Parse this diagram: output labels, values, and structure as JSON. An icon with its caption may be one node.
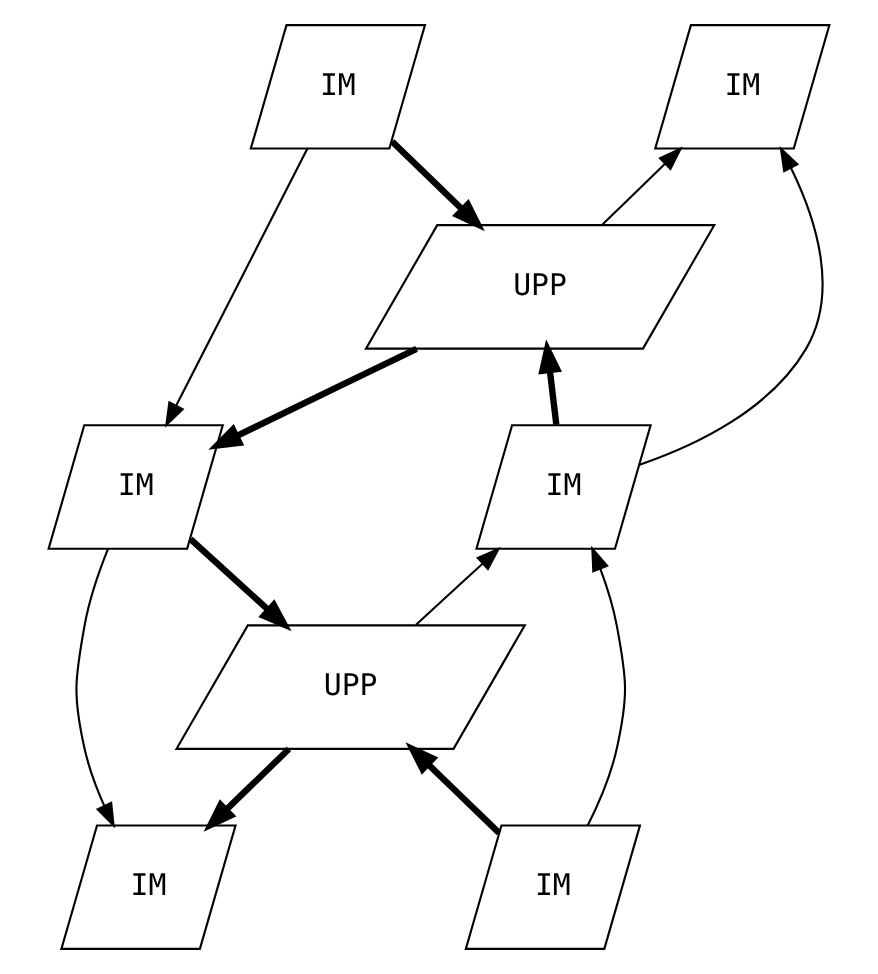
{
  "diagram": {
    "nodes": [
      {
        "text": [
          "IM"
        ]
      },
      {
        "text": [
          "IM"
        ]
      },
      {
        "text": [
          "UPP"
        ]
      },
      {
        "text": [
          "IM"
        ]
      },
      {
        "text": [
          "IM"
        ]
      },
      {
        "text": [
          "UPP"
        ]
      },
      {
        "text": [
          "IM"
        ]
      },
      {
        "text": [
          "IM"
        ]
      }
    ],
    "edges": [
      {
        "from": 0,
        "to": 2,
        "arrow": "to",
        "style": "thick"
      },
      {
        "from": 2,
        "to": 1,
        "arrow": "to"
      },
      {
        "from": 0,
        "to": 3,
        "arrow": "to"
      },
      {
        "from": 4,
        "to": 1,
        "arrow": "to"
      },
      {
        "from": 2,
        "to": 3,
        "arrow": "to",
        "style": "thick"
      },
      {
        "from": 4,
        "to": 2,
        "arrow": "to",
        "style": "thick"
      },
      {
        "from": 3,
        "to": 5,
        "arrow": "to",
        "style": "thick"
      },
      {
        "from": 5,
        "to": 4,
        "arrow": "to"
      },
      {
        "from": 3,
        "to": 6,
        "arrow": "to"
      },
      {
        "from": 7,
        "to": 4,
        "arrow": "to"
      },
      {
        "from": 5,
        "to": 6,
        "arrow": "to",
        "style": "thick"
      },
      {
        "from": 7,
        "to": 5,
        "arrow": "to",
        "style": "thick"
      }
    ]
  }
}
